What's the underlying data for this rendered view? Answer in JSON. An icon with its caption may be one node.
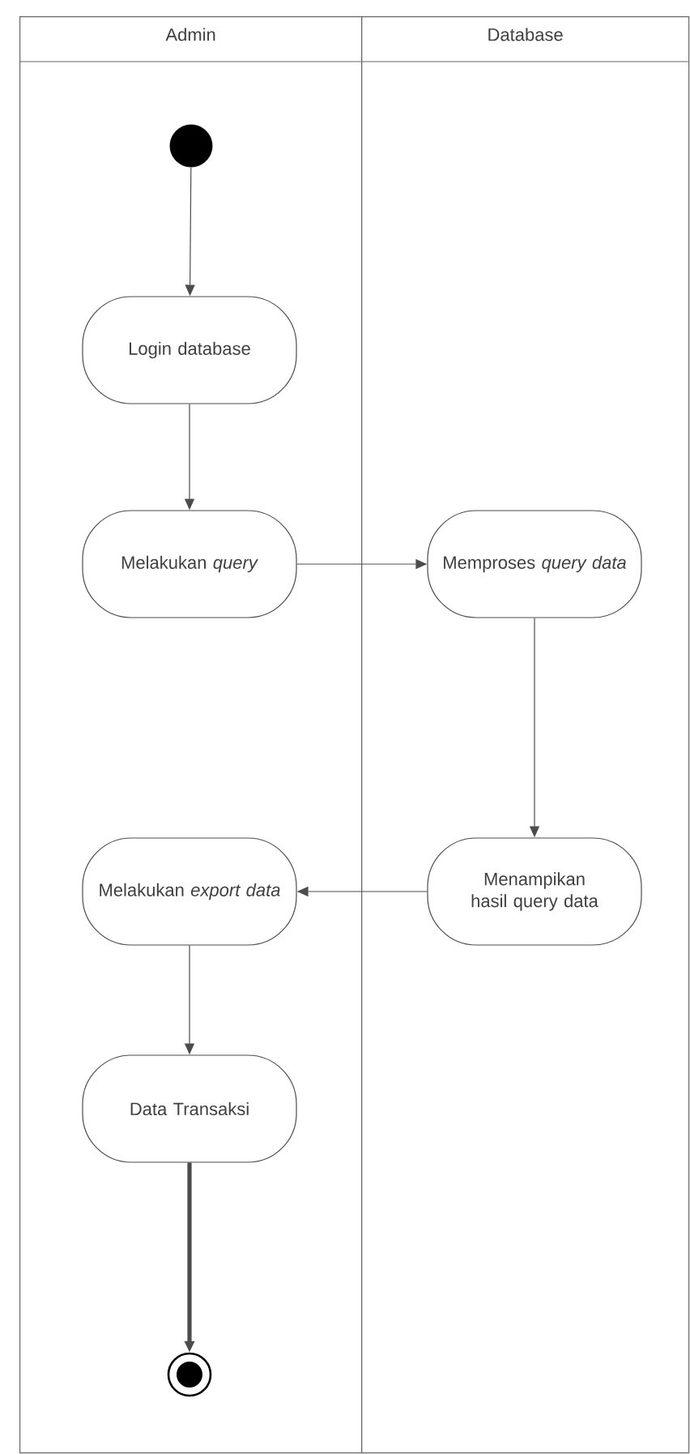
{
  "diagram": {
    "nodes": [
      {
        "text": [
          "Admin"
        ]
      },
      {
        "text": [
          "Database"
        ]
      },
      {
        "text": [],
        "shape": "circle",
        "in": 0
      },
      {
        "text": [
          "Login database"
        ],
        "in": 0
      },
      {
        "text": [
          "Melakukan *query*"
        ],
        "in": 0
      },
      {
        "text": [
          "Memproses *query data*"
        ],
        "in": 1
      },
      {
        "text": [
          "Menampikan hasil query data"
        ],
        "in": 1
      },
      {
        "text": [
          "Melakukan *export data*"
        ],
        "in": 0
      },
      {
        "text": [
          "Data Transaksi"
        ],
        "in": 0
      },
      {
        "text": [],
        "shape": "circle",
        "in": 0
      }
    ],
    "edges": [
      {
        "from": 2,
        "to": 3,
        "arrow": "to"
      },
      {
        "from": 3,
        "to": 4,
        "arrow": "to"
      },
      {
        "from": 4,
        "to": 5,
        "arrow": "to"
      },
      {
        "from": 5,
        "to": 6,
        "arrow": "to"
      },
      {
        "from": 6,
        "to": 7,
        "arrow": "to"
      },
      {
        "from": 7,
        "to": 8,
        "arrow": "to"
      },
      {
        "from": 8,
        "to": 9,
        "arrow": "to",
        "style": "thick"
      }
    ]
  }
}
